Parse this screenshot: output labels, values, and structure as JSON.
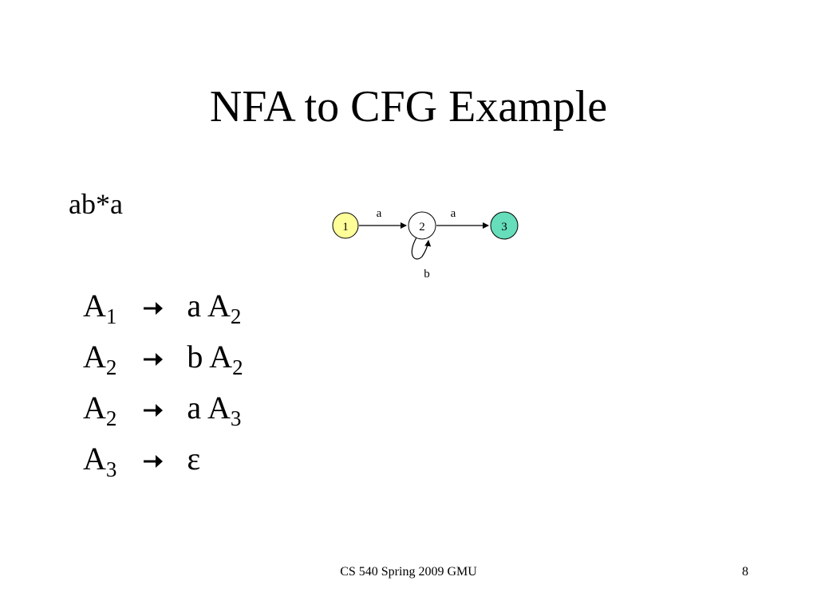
{
  "slide": {
    "title": "NFA to CFG Example",
    "regex": "ab*a",
    "rules": [
      {
        "lhs": "A",
        "lhs_sub": "1",
        "rhs": "a A",
        "rhs_sub": "2"
      },
      {
        "lhs": "A",
        "lhs_sub": "2",
        "rhs": "b A",
        "rhs_sub": "2"
      },
      {
        "lhs": "A",
        "lhs_sub": "2",
        "rhs": "a A",
        "rhs_sub": "3"
      },
      {
        "lhs": "A",
        "lhs_sub": "3",
        "rhs": "ε",
        "rhs_sub": ""
      }
    ],
    "footer": "CS 540 Spring 2009 GMU",
    "page_number": "8"
  },
  "nfa": {
    "states": [
      {
        "label": "1",
        "color": "#ffff99"
      },
      {
        "label": "2",
        "color": "#ffffff"
      },
      {
        "label": "3",
        "color": "#66ddbb"
      }
    ],
    "edges": [
      {
        "from": "1",
        "to": "2",
        "label": "a"
      },
      {
        "from": "2",
        "to": "3",
        "label": "a"
      },
      {
        "from": "2",
        "to": "2",
        "label": "b"
      }
    ]
  }
}
